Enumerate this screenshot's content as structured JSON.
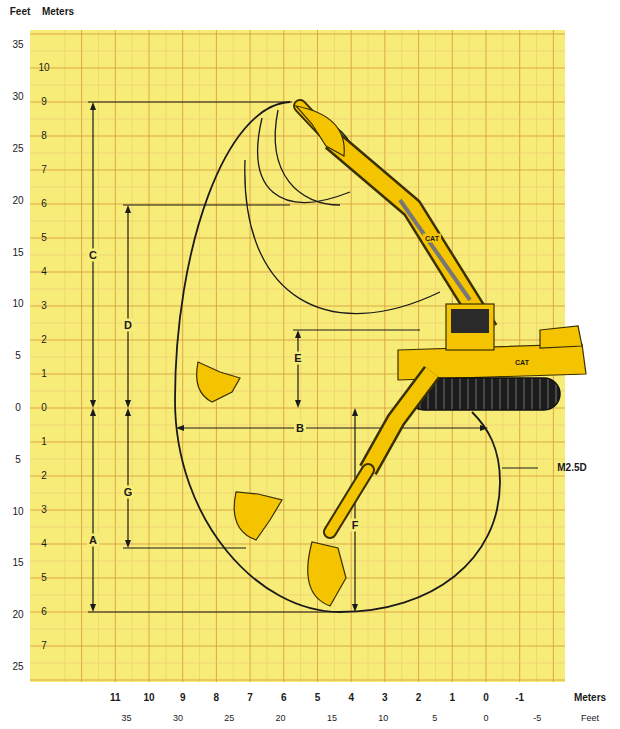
{
  "diagram": {
    "labels": [
      "Feet",
      "Meters",
      "35",
      "30",
      "25",
      "20",
      "15",
      "10",
      "5",
      "0",
      "5",
      "10",
      "15",
      "20",
      "25",
      "10",
      "9",
      "8",
      "7",
      "6",
      "5",
      "4",
      "3",
      "2",
      "1",
      "0",
      "1",
      "2",
      "3",
      "4",
      "5",
      "6",
      "7",
      "C",
      "D",
      "E",
      "B",
      "G",
      "A",
      "F",
      "M2.5D",
      "11",
      "10",
      "9",
      "8",
      "7",
      "6",
      "5",
      "4",
      "3",
      "2",
      "1",
      "0",
      "-1",
      "Meters",
      "35",
      "30",
      "25",
      "20",
      "15",
      "10",
      "5",
      "0",
      "-5",
      "Feet",
      "CAT",
      "CAT"
    ]
  }
}
